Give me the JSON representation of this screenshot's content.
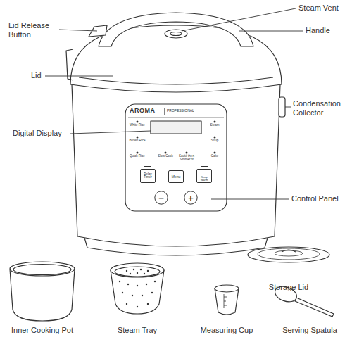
{
  "diagram": {
    "nodes": [
      {
        "text": [
          "Delay Timer"
        ]
      },
      {
        "text": [
          "Menu"
        ]
      },
      {
        "text": [
          "Keep Warm"
        ]
      },
      {
        "text": [
          "−"
        ]
      },
      {
        "text": [
          "+"
        ]
      }
    ],
    "labels": [
      "Lid Release Button",
      "Steam Vent",
      "Handle",
      "Lid",
      "Condensation Collector",
      "Digital Display",
      "AROMA",
      "PROFESSIONAL",
      "White Rice",
      "Brown Rice",
      "Quick Rice",
      "Slow Cook",
      "Sauté then Simmer™",
      "Steam",
      "Soup",
      "Cake",
      "Control Panel",
      "Storage Lid",
      "Inner Cooking Pot",
      "Steam Tray",
      "Measuring Cup",
      "Serving Spatula"
    ]
  }
}
